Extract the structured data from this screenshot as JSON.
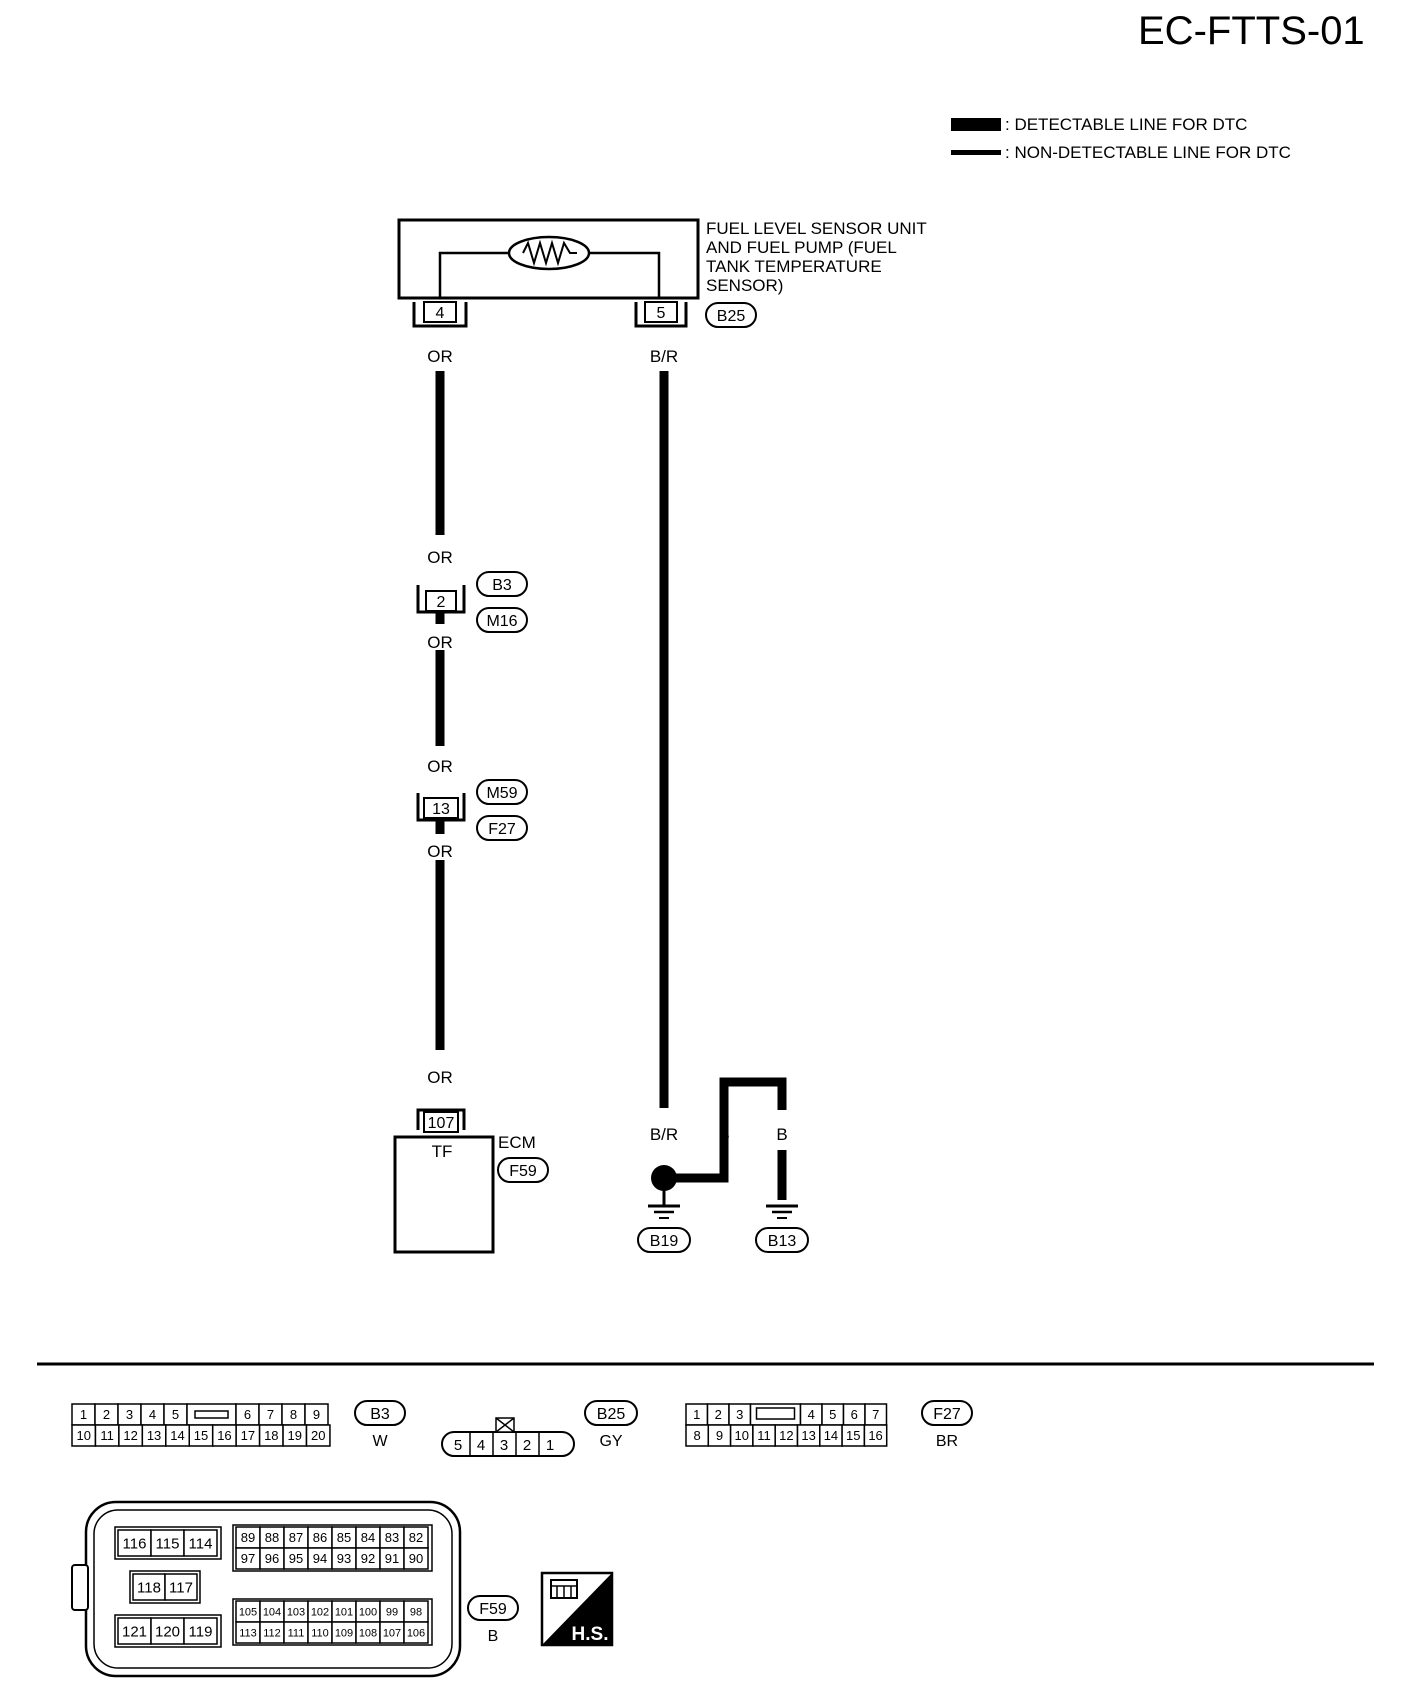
{
  "page_id": "EC-FTTS-01",
  "legend": {
    "detectable": ": DETECTABLE LINE FOR DTC",
    "non_detectable": ": NON-DETECTABLE LINE FOR DTC"
  },
  "sensor": {
    "name_lines": [
      "FUEL LEVEL SENSOR UNIT",
      "AND FUEL PUMP (FUEL",
      "TANK TEMPERATURE",
      "SENSOR)"
    ],
    "connector": "B25",
    "pin_left": "4",
    "pin_right": "5"
  },
  "wires": {
    "or": "OR",
    "br": "B/R",
    "b": "B"
  },
  "joints": {
    "j1": {
      "pin": "2",
      "conn_top": "B3",
      "conn_bottom": "M16"
    },
    "j2": {
      "pin": "13",
      "conn_top": "M59",
      "conn_bottom": "F27"
    }
  },
  "ecm": {
    "name": "ECM",
    "connector": "F59",
    "pin": "107",
    "terminal": "TF"
  },
  "grounds": [
    "B19",
    "B13"
  ],
  "connectors": {
    "b3": {
      "id": "B3",
      "color": "W",
      "top": [
        "1",
        "2",
        "3",
        "4",
        "5",
        "6",
        "7",
        "8",
        "9"
      ],
      "bottom": [
        "10",
        "11",
        "12",
        "13",
        "14",
        "15",
        "16",
        "17",
        "18",
        "19",
        "20"
      ]
    },
    "b25": {
      "id": "B25",
      "color": "GY",
      "pins": [
        "5",
        "4",
        "3",
        "2",
        "1"
      ]
    },
    "f27": {
      "id": "F27",
      "color": "BR",
      "top": [
        "1",
        "2",
        "3",
        "4",
        "5",
        "6",
        "7"
      ],
      "bottom": [
        "8",
        "9",
        "10",
        "11",
        "12",
        "13",
        "14",
        "15",
        "16"
      ]
    },
    "f59": {
      "id": "F59",
      "color": "B",
      "g_a": [
        "116",
        "115",
        "114"
      ],
      "g_b": [
        "118",
        "117"
      ],
      "g_c": [
        "121",
        "120",
        "119"
      ],
      "g_d": [
        "89",
        "88",
        "87",
        "86",
        "85",
        "84",
        "83",
        "82"
      ],
      "g_e": [
        "97",
        "96",
        "95",
        "94",
        "93",
        "92",
        "91",
        "90"
      ],
      "g_f": [
        "105",
        "104",
        "103",
        "102",
        "101",
        "100",
        "99",
        "98"
      ],
      "g_g": [
        "113",
        "112",
        "111",
        "110",
        "109",
        "108",
        "107",
        "106"
      ]
    }
  },
  "hs_label": "H.S."
}
